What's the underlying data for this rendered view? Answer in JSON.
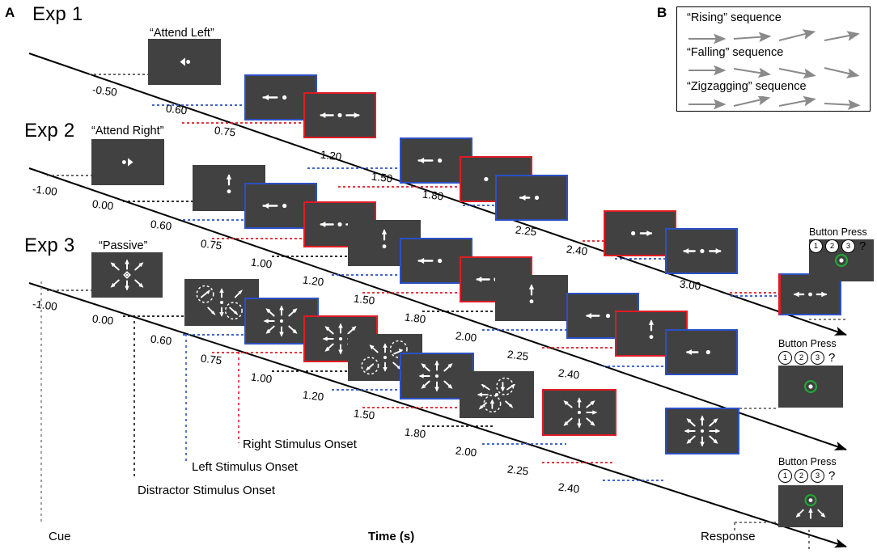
{
  "panels": {
    "a_letter": "A",
    "b_letter": "B"
  },
  "experiments": [
    {
      "title": "Exp 1",
      "cue_label": "“Attend Left”",
      "cue_type": "attend-left",
      "ticks": [
        "-0.50",
        "0.60",
        "0.75",
        "1.20",
        "1.50",
        "1.80",
        "2.25",
        "2.40",
        "3.00"
      ],
      "response_label": "Button Press",
      "buttons": [
        "1",
        "2",
        "3"
      ],
      "question_mark": "?"
    },
    {
      "title": "Exp 2",
      "cue_label": "“Attend Right”",
      "cue_type": "attend-right",
      "ticks": [
        "-1.00",
        "0.00",
        "0.60",
        "0.75",
        "1.00",
        "1.20",
        "1.50",
        "1.80",
        "2.00",
        "2.25",
        "2.40"
      ],
      "response_label": "Button Press",
      "buttons": [
        "1",
        "2",
        "3"
      ],
      "question_mark": "?"
    },
    {
      "title": "Exp 3",
      "cue_label": "“Passive”",
      "cue_type": "passive",
      "ticks": [
        "-1.00",
        "0.00",
        "0.60",
        "0.75",
        "1.00",
        "1.20",
        "1.50",
        "1.80",
        "2.00",
        "2.25",
        "2.40"
      ],
      "response_label": "Button Press",
      "buttons": [
        "1",
        "2",
        "3"
      ],
      "question_mark": "?"
    }
  ],
  "onset_labels": {
    "right": "Right Stimulus Onset",
    "left": "Left Stimulus Onset",
    "distractor": "Distractor Stimulus Onset"
  },
  "axis_labels": {
    "cue": "Cue",
    "time": "Time (s)",
    "response": "Response"
  },
  "legend": {
    "sequences": [
      {
        "name": "“Rising” sequence",
        "angles": [
          0,
          -4,
          -14,
          -11
        ]
      },
      {
        "name": "“Falling” sequence",
        "angles": [
          0,
          9,
          11,
          13
        ]
      },
      {
        "name": "“Zigzagging” sequence",
        "angles": [
          0,
          -13,
          -11,
          3
        ]
      }
    ]
  },
  "colors": {
    "frame_bg": "#414141",
    "left_border": "#2b51c4",
    "right_border": "#e01b24",
    "distractor_border": "#414141",
    "fixation_green": "#22a838",
    "arrow_white": "#ffffff",
    "legend_arrow": "#8a8a8a",
    "timeline": "#000000"
  }
}
